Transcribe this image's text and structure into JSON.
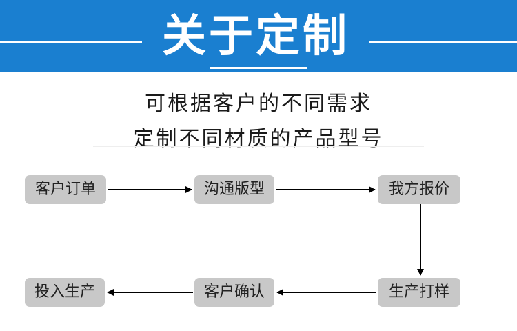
{
  "header": {
    "title": "关于定制",
    "background_color": "#1a7fd0"
  },
  "subtitle": {
    "line1": "可根据客户的不同需求",
    "line2": "定制不同材质的产品型号"
  },
  "process": {
    "steps": [
      "客户订单",
      "沟通版型",
      "我方报价",
      "生产打样",
      "客户确认",
      "投入生产"
    ],
    "step_color": "#c8c8c8"
  }
}
